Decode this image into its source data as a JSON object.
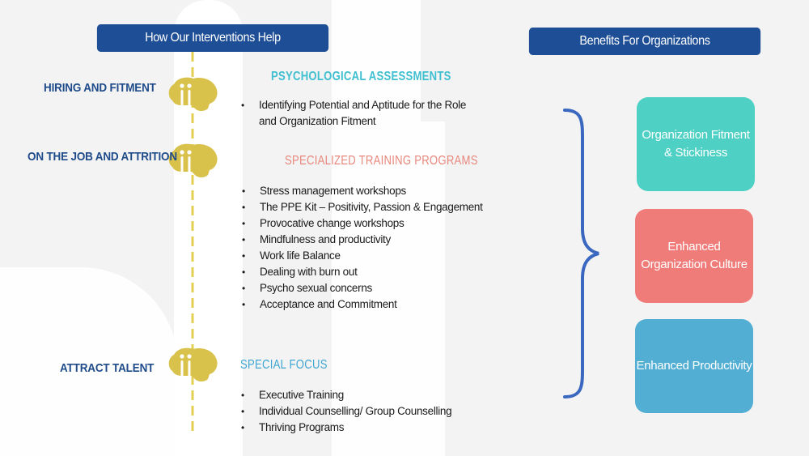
{
  "headers": {
    "left": "How Our Interventions Help",
    "right": "Benefits For Organizations"
  },
  "stages": {
    "hiring": "HIRING AND FITMENT",
    "on_job": "ON THE JOB AND ATTRITION",
    "attract": "ATTRACT TALENT"
  },
  "sections": {
    "psych": {
      "title": "PSYCHOLOGICAL  ASSESSMENTS",
      "color": "#3fbfd0",
      "items": [
        "Identifying Potential and Aptitude for the Role and Organization Fitment"
      ]
    },
    "training": {
      "title": "SPECIALIZED TRAINING PROGRAMS",
      "color": "#e8877c",
      "items": [
        "Stress management workshops",
        "The PPE Kit – Positivity, Passion & Engagement",
        "Provocative change workshops",
        "Mindfulness and productivity",
        "Work life Balance",
        "Dealing with burn out",
        "Psycho sexual concerns",
        "Acceptance and Commitment"
      ]
    },
    "special": {
      "title": "SPECIAL FOCUS",
      "color": "#3ea6d2",
      "items": [
        "Executive Training",
        "Individual Counselling/ Group Counselling",
        "Thriving Programs"
      ]
    }
  },
  "benefits": [
    {
      "label": "Organization Fitment & Stickiness",
      "color": "#4ed0c4"
    },
    {
      "label": "Enhanced Organization Culture",
      "color": "#f07c7a"
    },
    {
      "label": "Enhanced Productivity",
      "color": "#52aed2"
    }
  ],
  "colors": {
    "header_bg": "#1d4e96",
    "stage_label": "#1f4b8a",
    "timeline": "#e3cf53",
    "icon": "#d9c24b",
    "brace": "#3a67bf"
  },
  "icons": {
    "stage_icon": "head-brain-icon",
    "brace": "curly-brace-icon"
  }
}
